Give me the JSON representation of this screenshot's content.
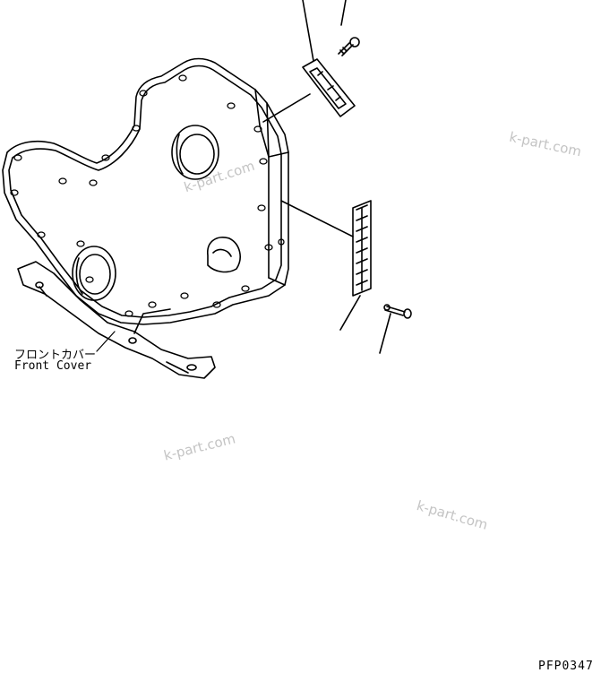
{
  "part_label": {
    "japanese": "フロントカバー",
    "english": "Front Cover"
  },
  "figure_code": "PFP0347",
  "watermarks": [
    "k-part.com",
    "k-part.com",
    "k-part.com",
    "k-part.com"
  ]
}
